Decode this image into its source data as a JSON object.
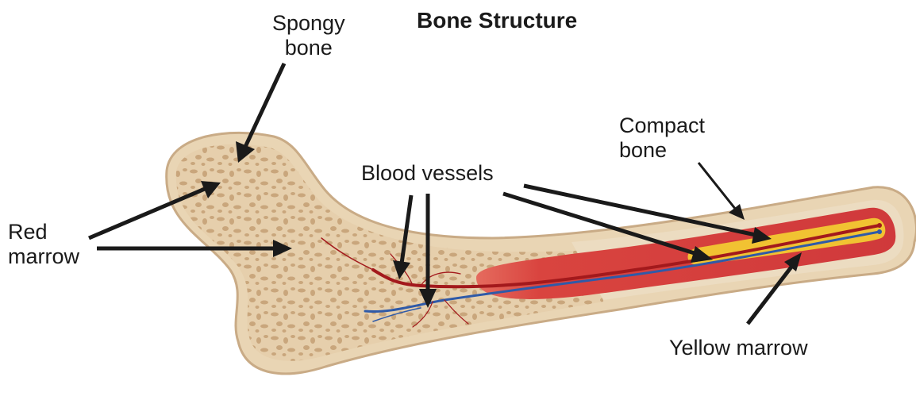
{
  "title": "Bone Structure",
  "labels": {
    "spongy_bone": [
      "Spongy",
      "bone"
    ],
    "red_marrow": [
      "Red",
      "marrow"
    ],
    "blood_vessels": "Blood vessels",
    "compact_bone": [
      "Compact",
      "bone"
    ],
    "yellow_marrow": "Yellow marrow"
  },
  "colors": {
    "bone_outer": "#e9d5b4",
    "bone_outline": "#c9ab86",
    "spongy_texture": "#c8a67d",
    "red_marrow": "#d9443f",
    "yellow_marrow": "#f1c232",
    "artery": "#a3191c",
    "vein": "#2f5aa8",
    "arrow": "#1a1a1a"
  }
}
